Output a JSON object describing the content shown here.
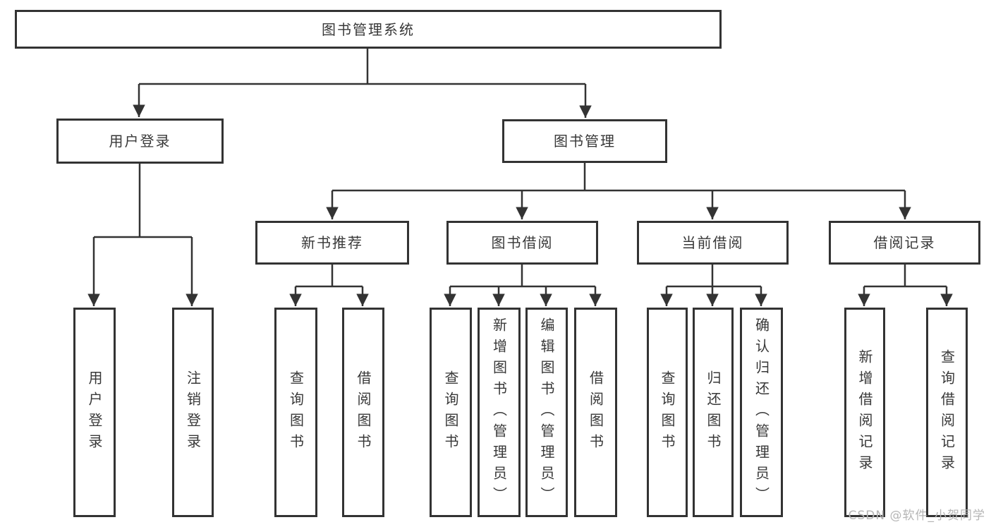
{
  "diagram": {
    "title": "图书管理系统",
    "level2": {
      "user_login": "用户登录",
      "book_management": "图书管理"
    },
    "level3": {
      "new_book_recommend": "新书推荐",
      "book_borrowing": "图书借阅",
      "current_borrowing": "当前借阅",
      "borrow_records": "借阅记录"
    },
    "leaves": {
      "user_login": [
        "用户登录",
        "注销登录"
      ],
      "new_book_recommend": [
        "查询图书",
        "借阅图书"
      ],
      "book_borrowing": [
        "查询图书",
        "新增图书（管理员）",
        "编辑图书（管理员）",
        "借阅图书"
      ],
      "current_borrowing": [
        "查询图书",
        "归还图书",
        "确认归还（管理员）"
      ],
      "borrow_records": [
        "新增借阅记录",
        "查询借阅记录"
      ]
    },
    "watermark": "CSDN @软件_小贺同学",
    "colors": {
      "line": "#333333",
      "text": "#383838",
      "watermark": "#b5b5b5",
      "background": "#ffffff"
    }
  }
}
